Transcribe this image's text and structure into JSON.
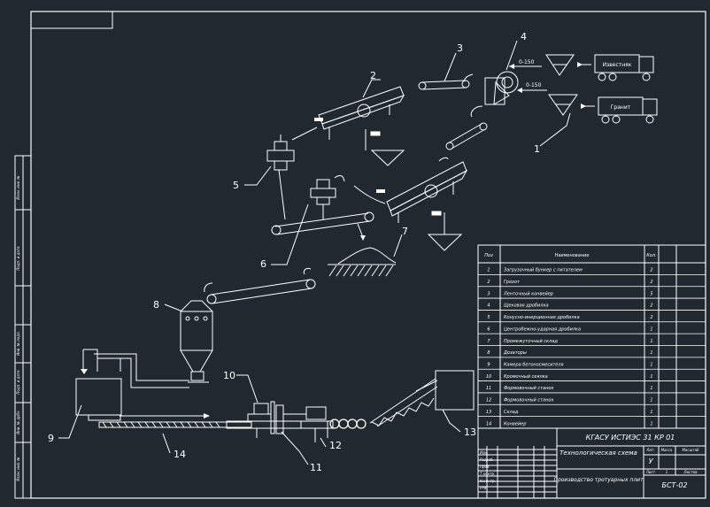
{
  "callouts": [
    "1",
    "2",
    "3",
    "4",
    "5",
    "6",
    "7",
    "8",
    "9",
    "10",
    "11",
    "12",
    "13",
    "14"
  ],
  "trucks": [
    "Известняк",
    "Гранит"
  ],
  "size_labels": [
    "0-150",
    "0-150"
  ],
  "spec_header": {
    "pos": "Поз",
    "name": "Наименование",
    "qty": "Кол."
  },
  "spec_rows": [
    {
      "pos": "1",
      "name": "Загрузочный бункер с питателем",
      "qty": "2"
    },
    {
      "pos": "2",
      "name": "Грохот",
      "qty": "2"
    },
    {
      "pos": "3",
      "name": "Ленточный конвейер",
      "qty": "5"
    },
    {
      "pos": "4",
      "name": "Щековая дробилка",
      "qty": "2"
    },
    {
      "pos": "5",
      "name": "Конусно-инерционная дробилка",
      "qty": "2"
    },
    {
      "pos": "6",
      "name": "Центробежно-ударная дробилка",
      "qty": "1"
    },
    {
      "pos": "7",
      "name": "Промежуточный склад",
      "qty": "1"
    },
    {
      "pos": "8",
      "name": "Дозаторы",
      "qty": "1"
    },
    {
      "pos": "9",
      "name": "Камера бетоносмесителя",
      "qty": "1"
    },
    {
      "pos": "10",
      "name": "Кромочный сеялка",
      "qty": "1"
    },
    {
      "pos": "11",
      "name": "Формовочный станок",
      "qty": "1"
    },
    {
      "pos": "12",
      "name": "Формовочный станок",
      "qty": "1"
    },
    {
      "pos": "13",
      "name": "Склад",
      "qty": "1"
    },
    {
      "pos": "14",
      "name": "Конвейер",
      "qty": "1"
    }
  ],
  "title_block": {
    "code": "КГАСУ ИСТИЭС 31 КР 01",
    "title": "Технологическая схема",
    "subtitle": "Производство тротуарных плит",
    "sheet_code": "БСТ-02",
    "col_stage": "Лит.",
    "col_mass": "Масса",
    "col_scale": "Масштаб",
    "sheet": "Лист",
    "sheets": "Листов",
    "sheet_no": "1",
    "stage_letter": "У",
    "rows_left": [
      "Изм.",
      "Разраб.",
      "Пров.",
      "Т.контр.",
      "Н.контр.",
      "Утв."
    ]
  },
  "side_labels": [
    "Взам. инв. №",
    "Подп. и дата",
    "Инв. № подл.",
    "Подп. и дата",
    "Инв. № дубл.",
    "Взам. инв. №"
  ]
}
